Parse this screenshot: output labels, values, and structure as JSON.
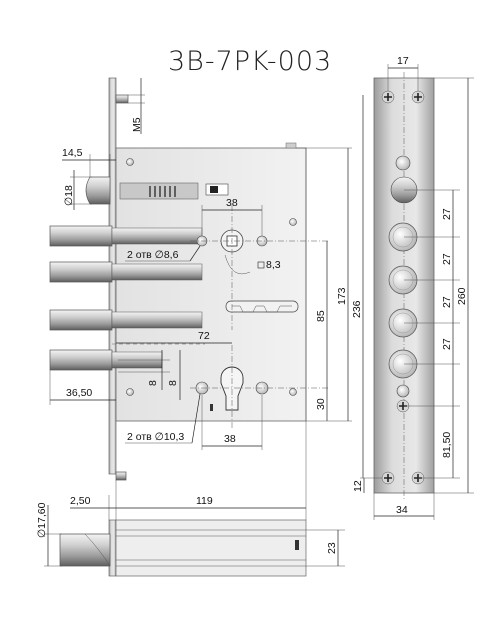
{
  "title": "3B-7PK-003",
  "dimensions": {
    "m5": "M5",
    "d14_5": "14,5",
    "dia18": "18",
    "d38_top": "38",
    "holes_top": "2 отв ∅8,6",
    "sq8_3": "8,3",
    "d72": "72",
    "d8a": "8",
    "d8b": "8",
    "d36_50": "36,50",
    "holes_bottom": "2 отв ∅10,3",
    "d38_bottom": "38",
    "d85": "85",
    "d30": "30",
    "d173": "173",
    "d236": "236",
    "d17": "17",
    "d27a": "27",
    "d27b": "27",
    "d27c": "27",
    "d27d": "27",
    "d81_50": "81,50",
    "d12": "12",
    "d260": "260",
    "d34": "34",
    "dia17_60": "17,60",
    "d2_50": "2,50",
    "d119": "119",
    "d23": "23"
  },
  "colors": {
    "line": "#222222",
    "metal_light": "#e8e8e8",
    "metal_dark": "#8a8a8a",
    "plate": "#d9d9d9"
  }
}
